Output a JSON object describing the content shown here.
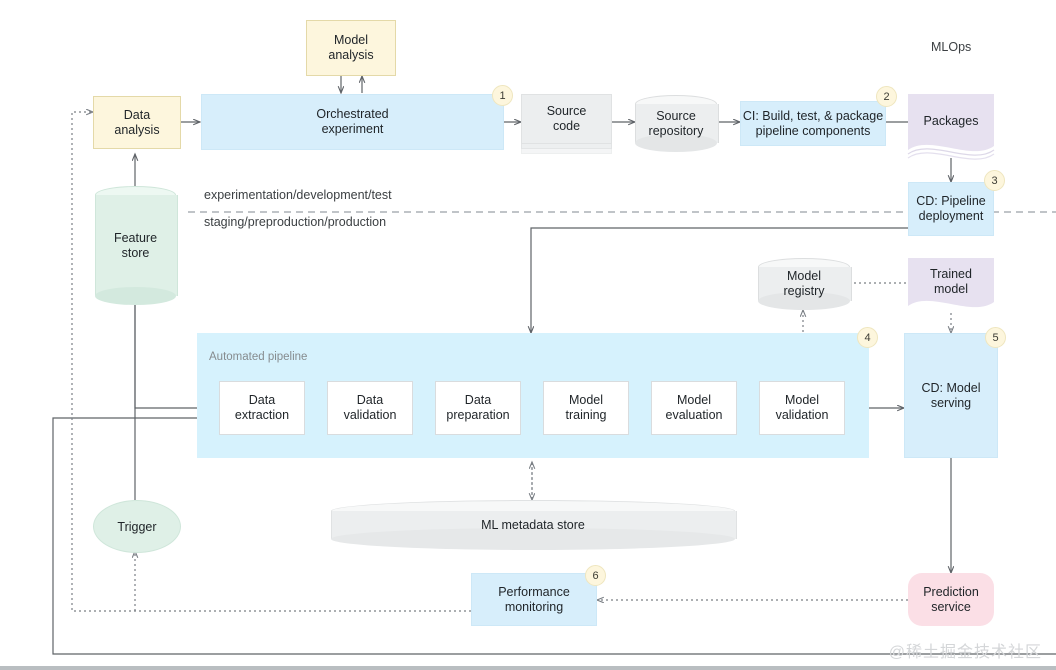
{
  "diagram": {
    "title": "MLOps",
    "env_labels": {
      "top": "experimentation/development/test",
      "bottom": "staging/preproduction/production"
    },
    "pipeline_band_label": "Automated pipeline"
  },
  "nodes": {
    "model_analysis": "Model\nanalysis",
    "data_analysis": "Data\nanalysis",
    "orchestrated_experiment": "Orchestrated\nexperiment",
    "source_code": "Source\ncode",
    "source_repository": "Source\nrepository",
    "ci_build": "CI: Build, test, & package\npipeline components",
    "packages": "Packages",
    "cd_pipeline_deployment": "CD: Pipeline\ndeployment",
    "feature_store": "Feature\nstore",
    "model_registry": "Model\nregistry",
    "trained_model": "Trained\nmodel",
    "cd_model_serving": "CD: Model\nserving",
    "data_extraction": "Data\nextraction",
    "data_validation": "Data\nvalidation",
    "data_preparation": "Data\npreparation",
    "model_training": "Model\ntraining",
    "model_evaluation": "Model\nevaluation",
    "model_validation": "Model\nvalidation",
    "ml_metadata_store": "ML metadata store",
    "trigger": "Trigger",
    "performance_monitoring": "Performance\nmonitoring",
    "prediction_service": "Prediction\nservice"
  },
  "badges": [
    "1",
    "2",
    "3",
    "4",
    "5",
    "6"
  ],
  "watermark": "@稀土掘金技术社区",
  "colors": {
    "cream": "#fdf6dd",
    "blue": "#d7eefb",
    "pipeline_blue": "#d6f2fd",
    "grey": "#eceeef",
    "purple": "#e7e1f0",
    "pink": "#fbdfe6",
    "mint": "#dff0e7",
    "line": "#5f6368",
    "text": "#1f2428"
  }
}
